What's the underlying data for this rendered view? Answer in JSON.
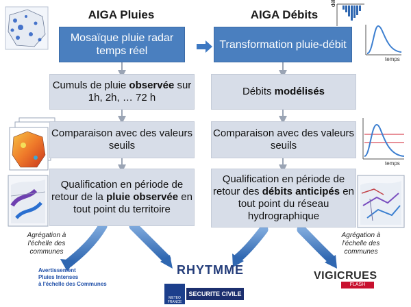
{
  "left": {
    "title": "AIGA Pluies",
    "box1": "Mosaïque pluie radar temps réel",
    "box2": {
      "pre": "Cumuls de pluie ",
      "bold": "observée",
      "post": " sur 1h, 2h, … 72 h"
    },
    "box3": "Comparaison avec des valeurs seuils",
    "box4": {
      "pre": "Qualification en période de retour de la ",
      "bold": "pluie observée",
      "post": " en tout point du territoire"
    },
    "aggregation": "Agrégation à l'échelle des communes"
  },
  "right": {
    "title": "AIGA Débits",
    "box1": "Transformation pluie-débit",
    "box2": {
      "pre": "Débits ",
      "bold": "modélisés",
      "post": ""
    },
    "box3": "Comparaison avec des valeurs seuils",
    "box4": {
      "pre": "Qualification en période de retour des ",
      "bold": "débits anticipés",
      "post": " en tout point du réseau hydrographique"
    },
    "aggregation": "Agrégation à l'échelle des communes"
  },
  "chart_labels": {
    "debit": "débit",
    "temps": "temps"
  },
  "logos": {
    "apic_line1": "Avertissement",
    "apic_line2": "Pluies Intenses",
    "apic_line3": "à l'échelle des Communes",
    "rhytmme": "RHYTMME",
    "vigicrues": "VIGICRUES",
    "vigicrues_sub": "FLASH",
    "meteo_france": "METEO FRANCE",
    "securite_civile": "SECURITE CIVILE"
  },
  "colors": {
    "blue_box": "#4a7fbf",
    "grey_box": "#d7dde8",
    "arrow_blue": "#3d78c2",
    "connector": "#9aa4b4"
  }
}
